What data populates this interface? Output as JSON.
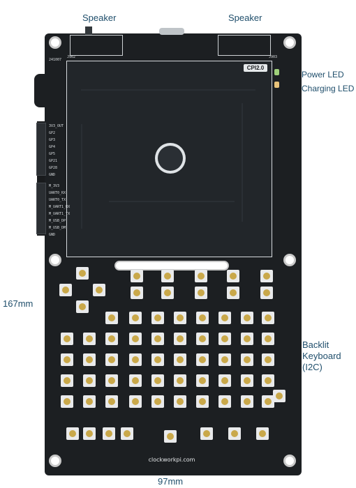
{
  "labels": {
    "speaker_left": "Speaker",
    "speaker_right": "Speaker",
    "power_led": "Power LED",
    "charging_led": "Charging LED",
    "height_dim": "167mm",
    "width_dim": "97mm",
    "keyboard_line1": "Backlit",
    "keyboard_line2": "Keyboard",
    "keyboard_line3": "(I2C)"
  },
  "board": {
    "model_badge": "CPI2.0",
    "board_id": "241007",
    "website": "clockworkpi.com",
    "speaker_left_ref": "J902",
    "speaker_right_ref": "J903",
    "pinout": [
      "3V3_OUT",
      "GP2",
      "GP3",
      "GP4",
      "GP5",
      "GP21",
      "GP28",
      "GND",
      "M_3V3",
      "UART0_RX",
      "UART0_TX",
      "M_UART1_RX",
      "M_UART1_TX",
      "M_USB_DP",
      "M_USB_DM",
      "GND"
    ]
  },
  "colors": {
    "board": "#1c1f22",
    "silkscreen": "#d7dbde",
    "key_cap": "#e9eaeb",
    "key_led": "#c9a84a",
    "annotation_text": "#1f4e6b",
    "power_led": "#9fd07a",
    "charging_led": "#e8c37a"
  }
}
